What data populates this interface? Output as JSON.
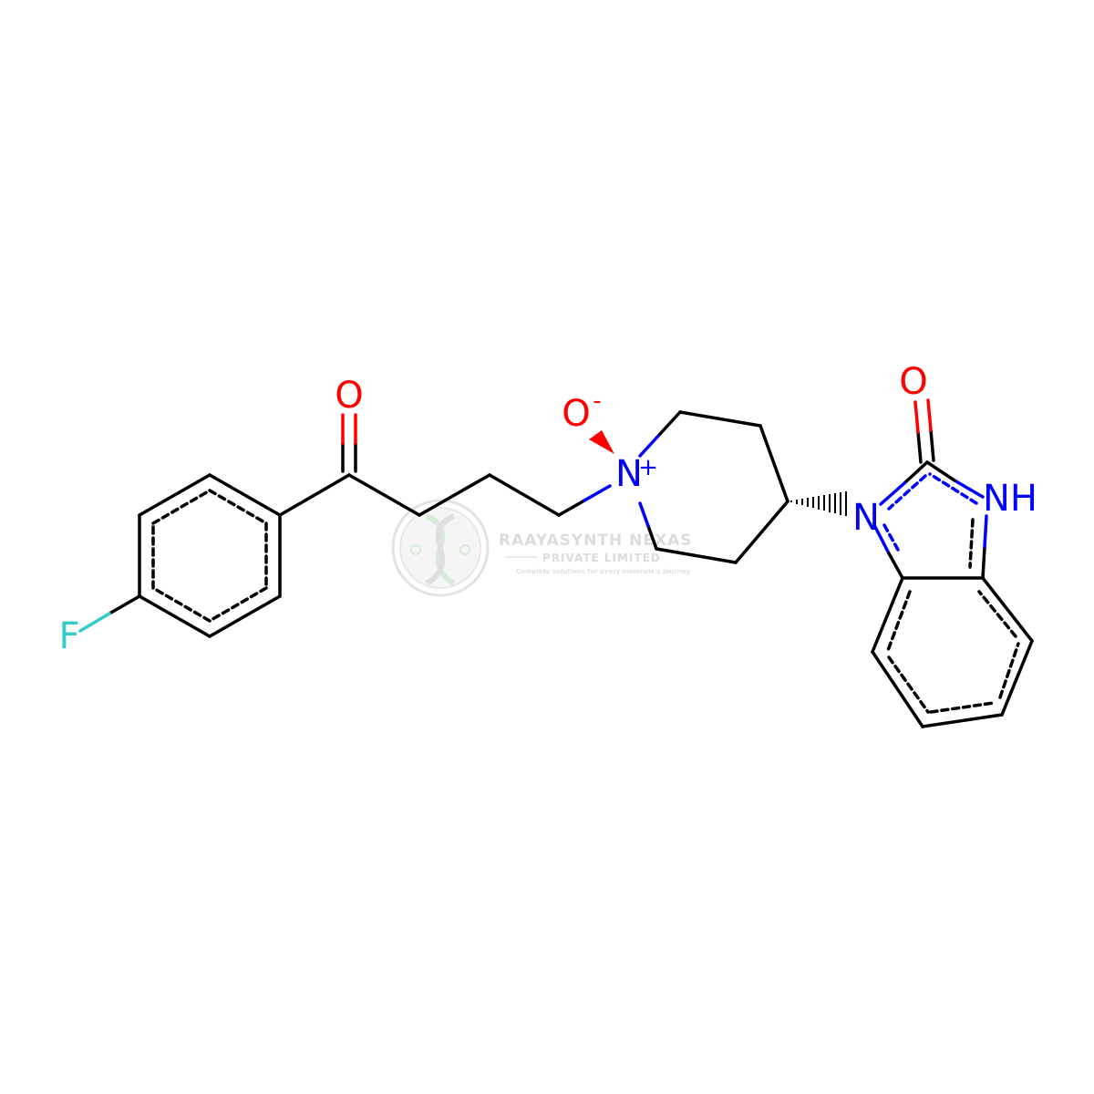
{
  "colors": {
    "bond": "#000000",
    "nitrogen": "#0000ff",
    "oxygen": "#ff0000",
    "fluorine": "#33cccc",
    "watermark": "#d9d9d9"
  },
  "atoms": {
    "fluorine": "F",
    "ketone_oxygen": "O",
    "n_oxide_oxygen": "O",
    "n_oxide_oxygen_charge": "-",
    "piperidine_nitrogen": "N",
    "piperidine_nitrogen_charge": "+",
    "benzimidazolone_oxygen": "O",
    "benzimidazolone_n1": "N",
    "benzimidazolone_nh": "NH"
  },
  "watermark": {
    "company": "RAAYASYNTH NEXAS",
    "subtitle": "PRIVATE LIMITED",
    "tagline": "Complete solutions for every molecule's journey",
    "logo_icon": "dna-helix-icon"
  }
}
